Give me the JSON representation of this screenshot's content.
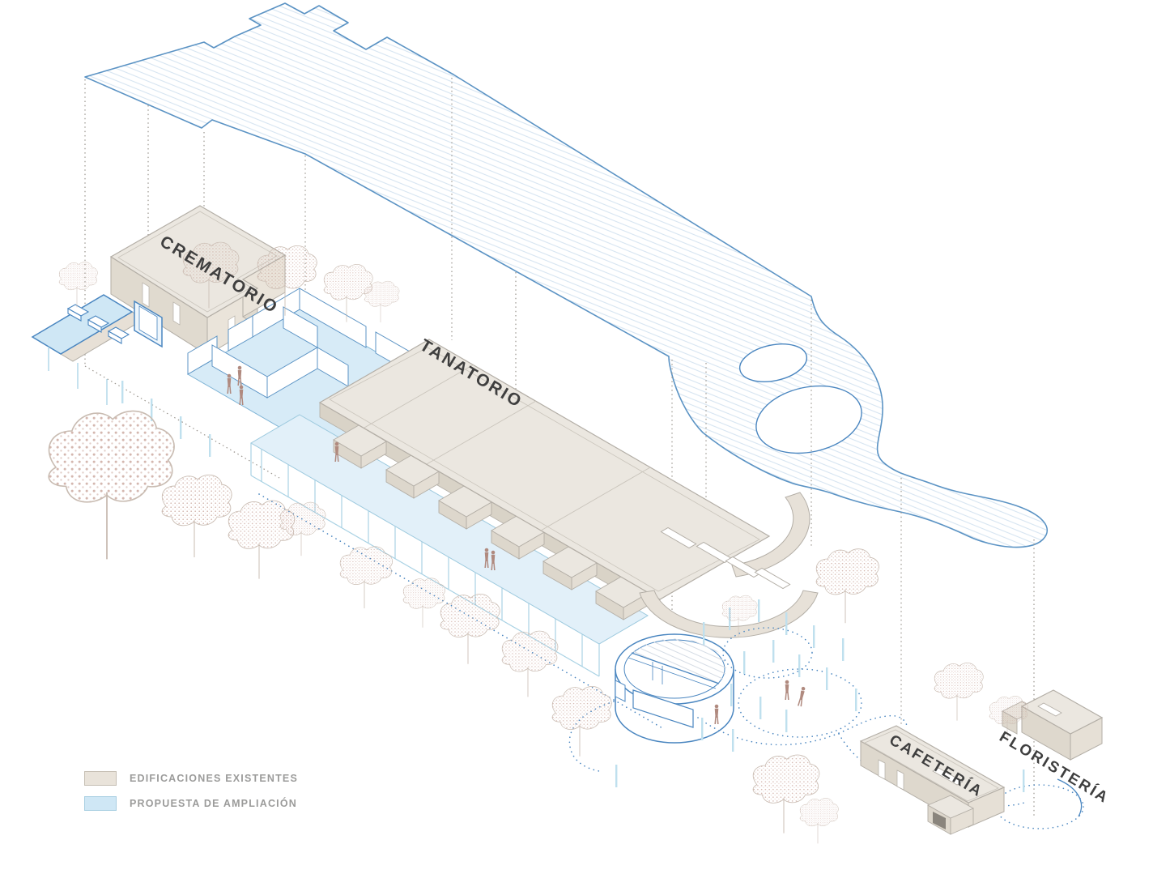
{
  "buildings": {
    "crematorio": {
      "label": "CREMATORIO"
    },
    "tanatorio": {
      "label": "TANATORIO"
    },
    "cafeteria": {
      "label": "CAFETERÍA"
    },
    "floristeria": {
      "label": "FLORISTERÍA"
    }
  },
  "legend": {
    "items": [
      {
        "label": "EDIFICACIONES EXISTENTES",
        "swatch_color": "#e9e3da"
      },
      {
        "label": "PROPUESTA DE AMPLIACIÓN",
        "swatch_color": "#cfe7f5"
      }
    ]
  },
  "colors": {
    "existing_fill": "#ebe7e0",
    "existing_wall": "#ddd7cc",
    "existing_outline": "#b3aea6",
    "proposal_fill": "#cfe7f5",
    "proposal_outline": "#4a86c0",
    "site_outline": "#5b93c4",
    "hatch_line": "#d6e4f1",
    "tree_stipple": "#c59e94",
    "figure_color": "#b08a7f",
    "label_text": "#3f3f3f",
    "legend_text": "#9b9b9a"
  }
}
